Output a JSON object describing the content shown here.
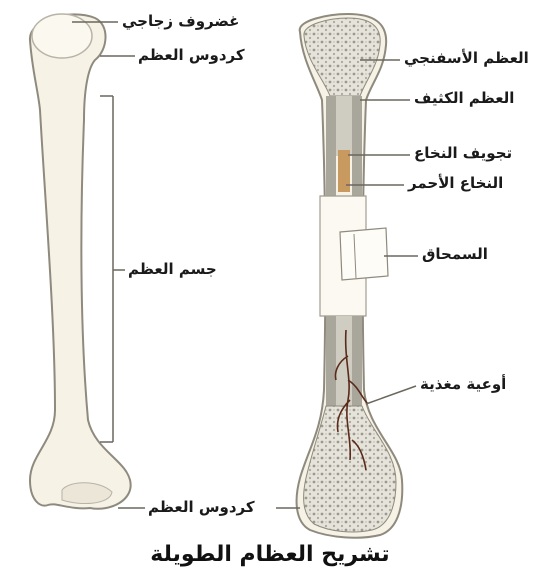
{
  "labels": {
    "articular_cartilage": "غضروف زجاجي",
    "epiphysis_top": "كردوس العظم",
    "diaphysis": "جسم العظم",
    "epiphysis_bottom": "كردوس العظم",
    "spongy_bone": "العظم الأسفنجي",
    "compact_bone": "العظم الكثيف",
    "marrow_cavity": "تجويف النخاع",
    "red_marrow": "النخاع الأحمر",
    "periosteum": "السمحاق",
    "blood_vessels": "أوعية مغذية"
  },
  "caption": "تشريح العظام الطويلة",
  "colors": {
    "bone_fill": "#f6f2e6",
    "bone_outline": "#8f8a7e",
    "spongy": "#d9d6cc",
    "compact": "#a9a69c",
    "marrow": "#c99a60",
    "vessel": "#5a2a1a"
  }
}
